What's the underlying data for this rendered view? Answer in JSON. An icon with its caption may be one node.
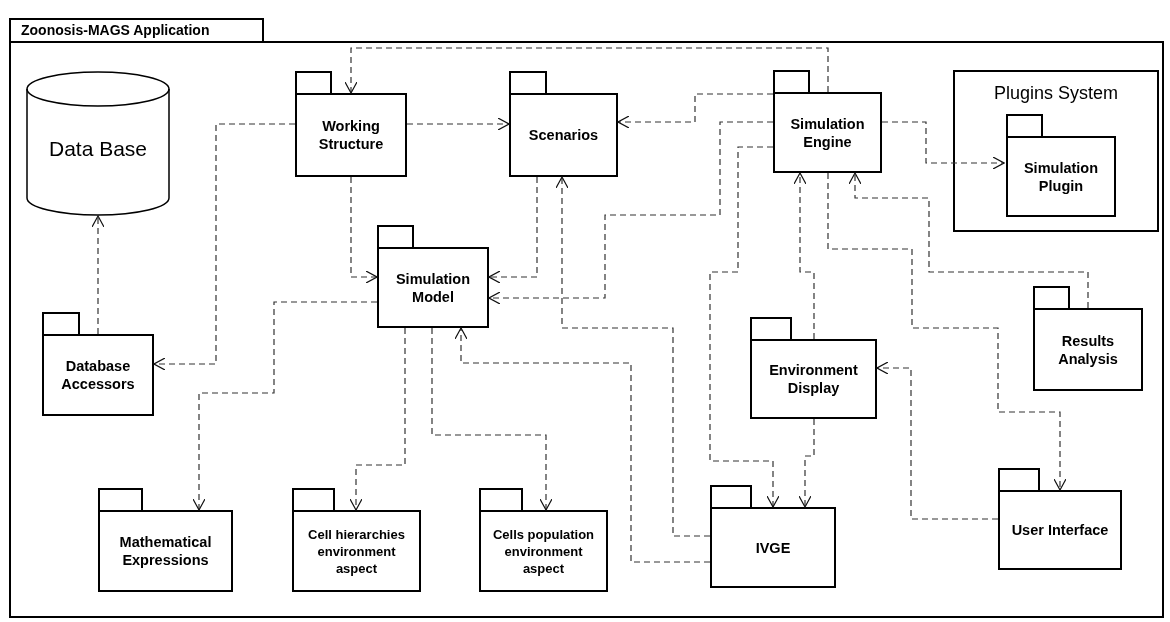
{
  "diagram": {
    "nodes": [
      {
        "text": [
          "Zoonosis-MAGS Application"
        ]
      },
      {
        "text": [
          "Data Base"
        ],
        "in": 0
      },
      {
        "text": [
          "Working Structure"
        ],
        "in": 0
      },
      {
        "text": [
          "Scenarios"
        ],
        "in": 0
      },
      {
        "text": [
          "Simulation Engine"
        ],
        "in": 0
      },
      {
        "text": [
          "Plugins System"
        ],
        "in": 0
      },
      {
        "text": [
          "Simulation Plugin"
        ],
        "in": 5
      },
      {
        "text": [
          "Simulation Model"
        ],
        "in": 0
      },
      {
        "text": [
          "Database Accessors"
        ],
        "in": 0
      },
      {
        "text": [
          "Results Analysis"
        ],
        "in": 0
      },
      {
        "text": [
          "Environment Display"
        ],
        "in": 0
      },
      {
        "text": [
          "Mathematical Expressions"
        ],
        "in": 0
      },
      {
        "text": [
          "Cell hierarchies environment aspect"
        ],
        "in": 0
      },
      {
        "text": [
          "Cells population environment aspect"
        ],
        "in": 0
      },
      {
        "text": [
          "IVGE"
        ],
        "in": 0
      },
      {
        "text": [
          "User Interface"
        ],
        "in": 0
      }
    ],
    "edges": [
      {
        "from": 4,
        "to": 2,
        "arrow": "to",
        "style": "dashed"
      },
      {
        "from": 2,
        "to": 3,
        "arrow": "to",
        "style": "dashed"
      },
      {
        "from": 4,
        "to": 3,
        "arrow": "to",
        "style": "dashed"
      },
      {
        "from": 4,
        "to": 6,
        "arrow": "to",
        "style": "dashed"
      },
      {
        "from": 2,
        "to": 7,
        "arrow": "to",
        "style": "dashed"
      },
      {
        "from": 3,
        "to": 7,
        "arrow": "to",
        "style": "dashed"
      },
      {
        "from": 4,
        "to": 7,
        "arrow": "to",
        "style": "dashed"
      },
      {
        "from": 2,
        "to": 8,
        "arrow": "to",
        "style": "dashed"
      },
      {
        "from": 8,
        "to": 1,
        "arrow": "to",
        "style": "dashed"
      },
      {
        "from": 7,
        "to": 11,
        "arrow": "to",
        "style": "dashed"
      },
      {
        "from": 7,
        "to": 12,
        "arrow": "to",
        "style": "dashed"
      },
      {
        "from": 7,
        "to": 13,
        "arrow": "to",
        "style": "dashed"
      },
      {
        "from": 14,
        "to": 3,
        "arrow": "to",
        "style": "dashed"
      },
      {
        "from": 14,
        "to": 7,
        "arrow": "to",
        "style": "dashed"
      },
      {
        "from": 4,
        "to": 14,
        "arrow": "to",
        "style": "dashed"
      },
      {
        "from": 10,
        "to": 4,
        "arrow": "to",
        "style": "dashed"
      },
      {
        "from": 10,
        "to": 14,
        "arrow": "to",
        "style": "dashed"
      },
      {
        "from": 4,
        "to": 15,
        "arrow": "to",
        "style": "dashed"
      },
      {
        "from": 9,
        "to": 4,
        "arrow": "to",
        "style": "dashed"
      },
      {
        "from": 15,
        "to": 10,
        "arrow": "to",
        "style": "dashed"
      }
    ]
  }
}
